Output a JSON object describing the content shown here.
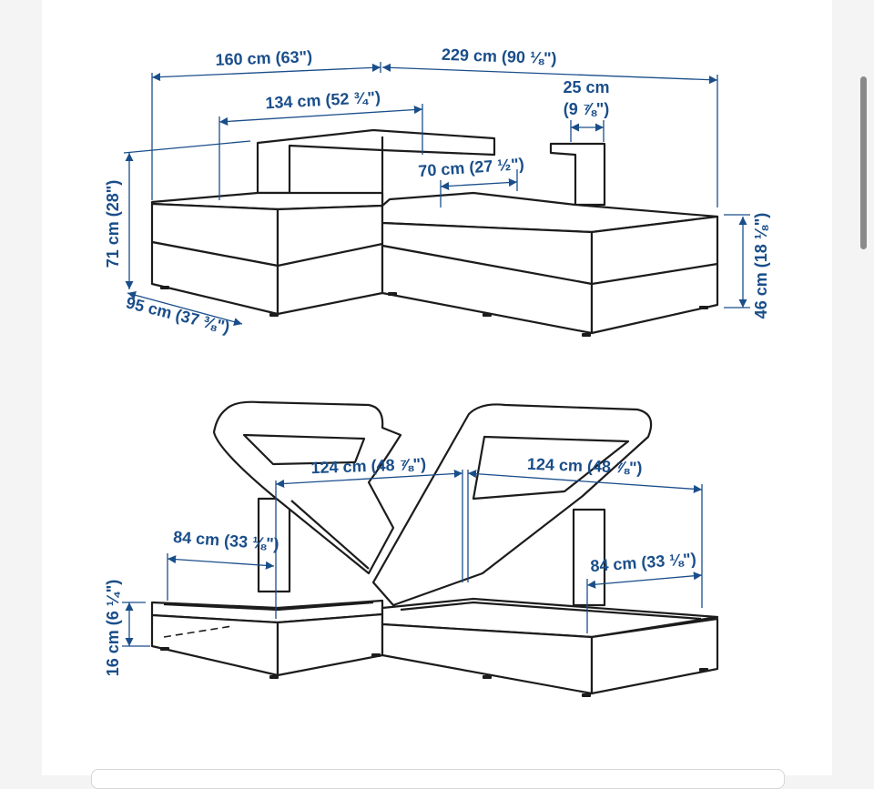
{
  "diagram": {
    "top_view": {
      "overall_width": "160 cm (63\")",
      "chaise_width": "229 cm (90 ⅛\")",
      "seat_length": "134 cm (52 ¾\")",
      "armrest_width_line1": "25 cm",
      "armrest_width_line2": "(9 ⅞\")",
      "seat_depth": "70 cm (27 ½\")",
      "height": "71 cm (28\")",
      "depth": "95 cm (37 ⅜\")",
      "seat_height": "46 cm (18 ⅛\")"
    },
    "storage_view": {
      "left_storage_length": "124 cm (48 ⅞\")",
      "right_storage_length": "124 cm (48 ⅞\")",
      "left_storage_width": "84 cm (33 ⅛\")",
      "right_storage_width": "84 cm (33 ⅛\")",
      "storage_depth": "16 cm (6 ¼\")"
    }
  },
  "colors": {
    "dimension": "#1a4e8a",
    "outline": "#1c1c1c",
    "background": "#ffffff"
  }
}
